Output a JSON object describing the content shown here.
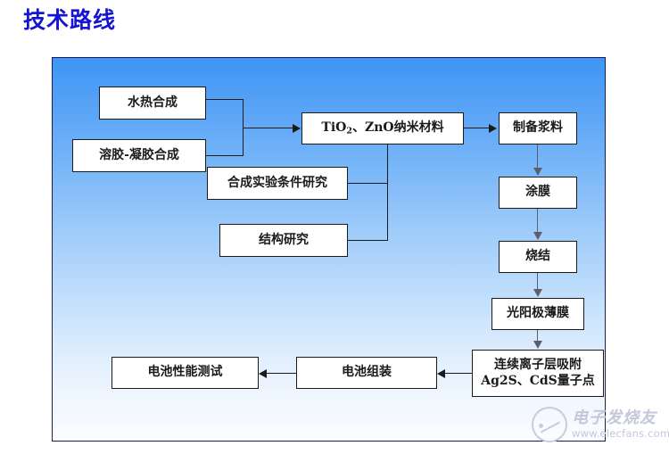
{
  "slide": {
    "title": "技术路线",
    "title_color": "#1414d2",
    "frame_border_color": "#1d1d52",
    "background_gradient_top": "#3d95f5",
    "background_gradient_bottom": "#fbfdff"
  },
  "diagram": {
    "type": "flowchart",
    "nodes": {
      "hydrothermal": {
        "label": "水热合成"
      },
      "solgel": {
        "label": "溶胶-凝胶合成"
      },
      "nanomaterial": {
        "label_prefix": "TiO",
        "label_sub": "2",
        "label_suffix": "、ZnO纳米材料"
      },
      "synthesis_conditions": {
        "label": "合成实验条件研究"
      },
      "structure_study": {
        "label": "结构研究"
      },
      "prepare_paste": {
        "label": "制备浆料"
      },
      "coating": {
        "label": "涂膜"
      },
      "sintering": {
        "label": "烧结"
      },
      "photoanode_film": {
        "label": "光阳极薄膜"
      },
      "quantum_dots": {
        "line1": "连续离子层吸附",
        "line2": "Ag2S、CdS量子点"
      },
      "cell_assembly": {
        "label": "电池组装"
      },
      "performance_test": {
        "label": "电池性能测试"
      }
    },
    "edges": [
      {
        "from": "hydrothermal",
        "to": "nanomaterial",
        "kind": "bracket-arrow"
      },
      {
        "from": "solgel",
        "to": "nanomaterial",
        "kind": "bracket-arrow"
      },
      {
        "from": "nanomaterial",
        "to": "synthesis_conditions",
        "kind": "plain"
      },
      {
        "from": "nanomaterial",
        "to": "structure_study",
        "kind": "plain"
      },
      {
        "from": "nanomaterial",
        "to": "prepare_paste",
        "kind": "arrow-right"
      },
      {
        "from": "prepare_paste",
        "to": "coating",
        "kind": "arrow-down"
      },
      {
        "from": "coating",
        "to": "sintering",
        "kind": "arrow-down"
      },
      {
        "from": "sintering",
        "to": "photoanode_film",
        "kind": "arrow-down"
      },
      {
        "from": "photoanode_film",
        "to": "quantum_dots",
        "kind": "arrow-down"
      },
      {
        "from": "quantum_dots",
        "to": "cell_assembly",
        "kind": "arrow-left"
      },
      {
        "from": "cell_assembly",
        "to": "performance_test",
        "kind": "arrow-left"
      }
    ]
  },
  "watermark": {
    "brand": "电子发烧友",
    "url": "www.elecfans.com"
  }
}
